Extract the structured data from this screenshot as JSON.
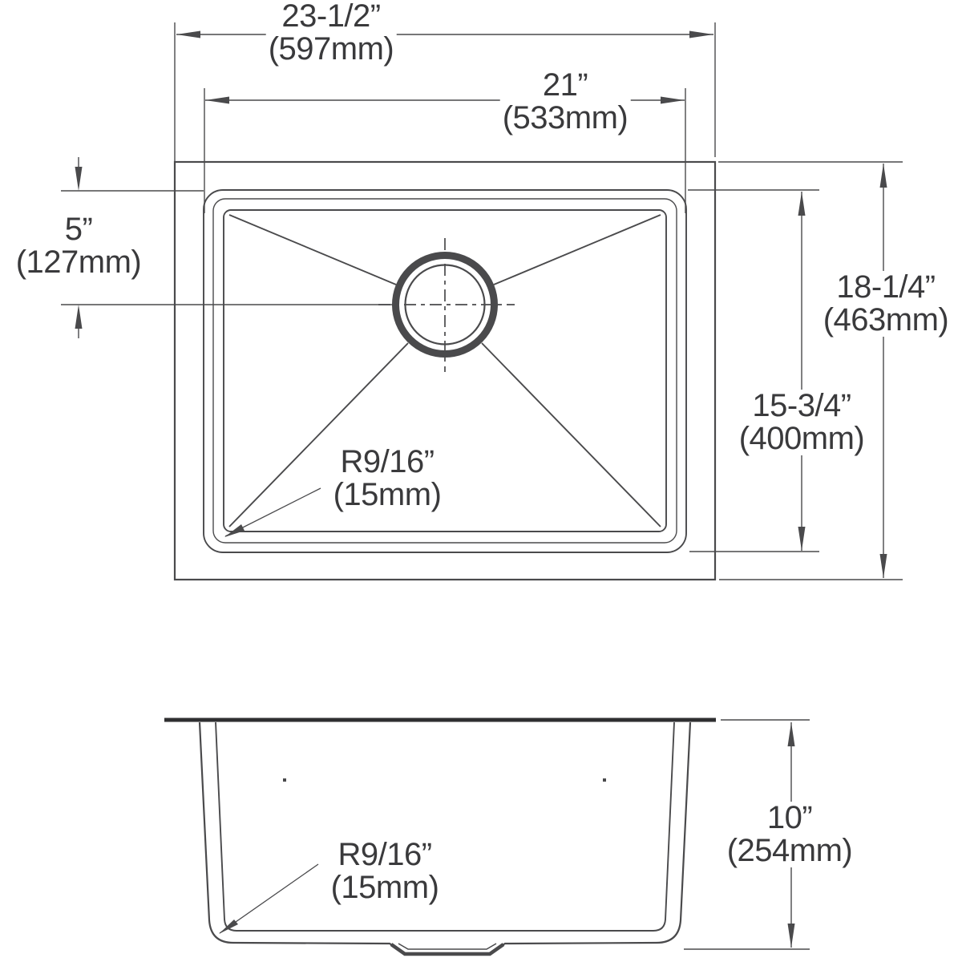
{
  "drawing": {
    "type": "technical dimension drawing",
    "subject": "single-bowl undermount kitchen sink",
    "views": {
      "top": "plan view with drain",
      "front": "front elevation with drain fitting"
    }
  },
  "dimensions": {
    "overall_width": {
      "inches": "23-1/2”",
      "metric": "(597mm)"
    },
    "bowl_width": {
      "inches": "21”",
      "metric": "(533mm)"
    },
    "drain_offset": {
      "inches": "5”",
      "metric": "(127mm)"
    },
    "overall_front_to_back": {
      "inches": "18-1/4”",
      "metric": "(463mm)"
    },
    "bowl_front_to_back": {
      "inches": "15-3/4”",
      "metric": "(400mm)"
    },
    "corner_radius_plan": {
      "inches": "R9/16”",
      "metric": "(15mm)"
    },
    "bowl_depth": {
      "inches": "10”",
      "metric": "(254mm)"
    },
    "corner_radius_front": {
      "inches": "R9/16”",
      "metric": "(15mm)"
    }
  },
  "colors": {
    "line": "#4a4a4c",
    "heavy-line": "#2f2f31",
    "text": "#3a3a3c",
    "bg": "#ffffff"
  }
}
